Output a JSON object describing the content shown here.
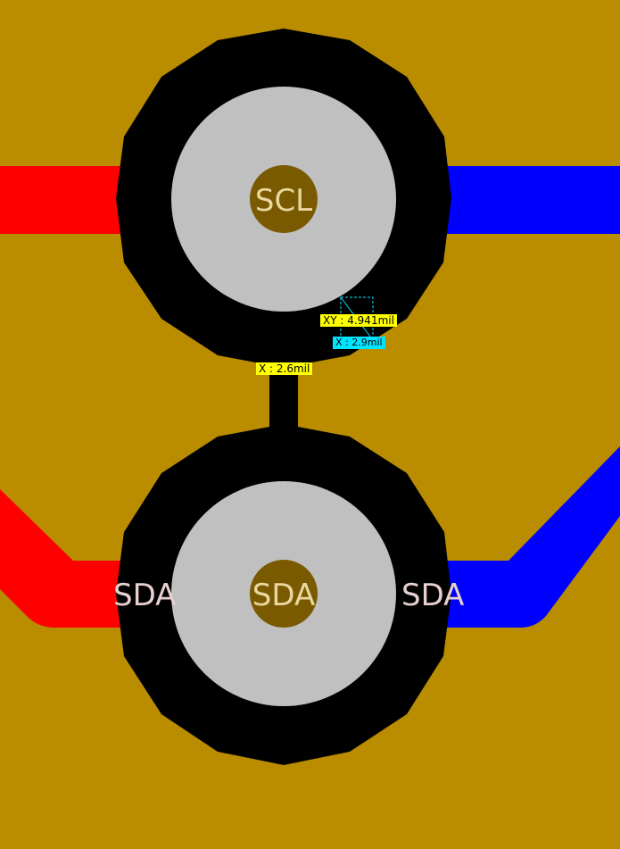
{
  "view": {
    "board_color": "#BA8C00",
    "clearance_color": "#000000",
    "pad_color": "#C0C0C0",
    "hole_color": "#7A5A00",
    "hole_text_color": "#E8D8A0",
    "top_layer_color": "#FF0000",
    "bottom_layer_color": "#0000FF",
    "net_text_color": "#E6D0D0"
  },
  "pads": [
    {
      "net": "SCL"
    },
    {
      "net": "SDA"
    }
  ],
  "trace_labels": {
    "sda_left": "SDA",
    "sda_right": "SDA"
  },
  "measurements": {
    "xy_clearance": {
      "label": "XY : 4.941mil",
      "color": "#FFFF00"
    },
    "x_clearance": {
      "label": "X : 2.9mil",
      "color": "#00E5FF"
    },
    "x_neck": {
      "label": "X : 2.6mil",
      "color": "#FFFF00"
    }
  }
}
